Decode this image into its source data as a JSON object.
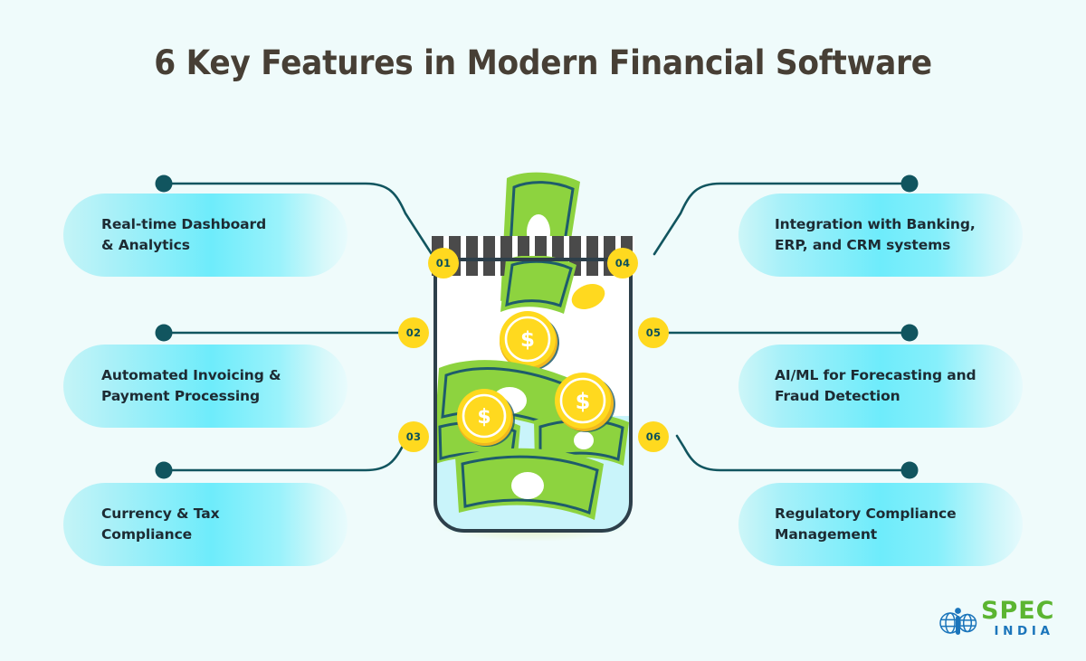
{
  "page": {
    "title": "6 Key Features in Modern Financial Software",
    "background_color": "#effbfb",
    "title_color": "#473f35",
    "accent_badge_color": "#ffd91f",
    "connector_color": "#11555f",
    "card_text_color": "#1d2b33"
  },
  "features": {
    "left": [
      {
        "number": "01",
        "line1": "Real-time Dashboard",
        "line2": "& Analytics"
      },
      {
        "number": "02",
        "line1": "Automated Invoicing &",
        "line2": "Payment Processing"
      },
      {
        "number": "03",
        "line1": "Currency & Tax",
        "line2": "Compliance"
      }
    ],
    "right": [
      {
        "number": "04",
        "line1": "Integration with Banking,",
        "line2": "ERP, and CRM systems"
      },
      {
        "number": "05",
        "line1": "AI/ML for Forecasting and",
        "line2": "Fraud Detection"
      },
      {
        "number": "06",
        "line1": "Regulatory Compliance",
        "line2": "Management"
      }
    ]
  },
  "illustration": {
    "name": "money-jar",
    "description": "Glass jar with striped lid filled with green banknotes and gold dollar coins",
    "colors": {
      "jar_outline": "#2d3f4a",
      "jar_body": "#ffffff",
      "jar_liquid": "#c9f4fa",
      "lid_stripes": "#4a4a4a",
      "banknote_fill": "#8dd33f",
      "banknote_border": "#1e5c6b",
      "coin_fill": "#ffd91f",
      "coin_shadow": "#f0b81e"
    }
  },
  "logo": {
    "name": "spec-india",
    "primary_text": "SPEC",
    "secondary_text": "INDIA",
    "primary_color": "#5cb531",
    "secondary_color": "#1b75bb"
  }
}
